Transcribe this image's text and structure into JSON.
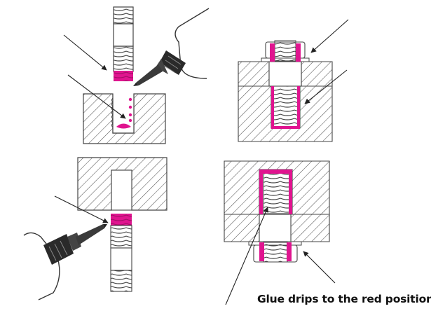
{
  "caption": "Glue drips to the red position",
  "colors": {
    "glue": "#e0148f",
    "line": "#333333",
    "hatch": "#555555",
    "background": "#ffffff"
  },
  "panels": [
    {
      "id": "top-left",
      "description": "Apply glue to bolt end and drip into blind hole"
    },
    {
      "id": "top-right",
      "description": "Bolt through plate with nut, glue on threads"
    },
    {
      "id": "bottom-left",
      "description": "Apply glue to stud end before inserting into hole"
    },
    {
      "id": "bottom-right",
      "description": "Stud inserted from below with nut, glue on threads"
    }
  ]
}
